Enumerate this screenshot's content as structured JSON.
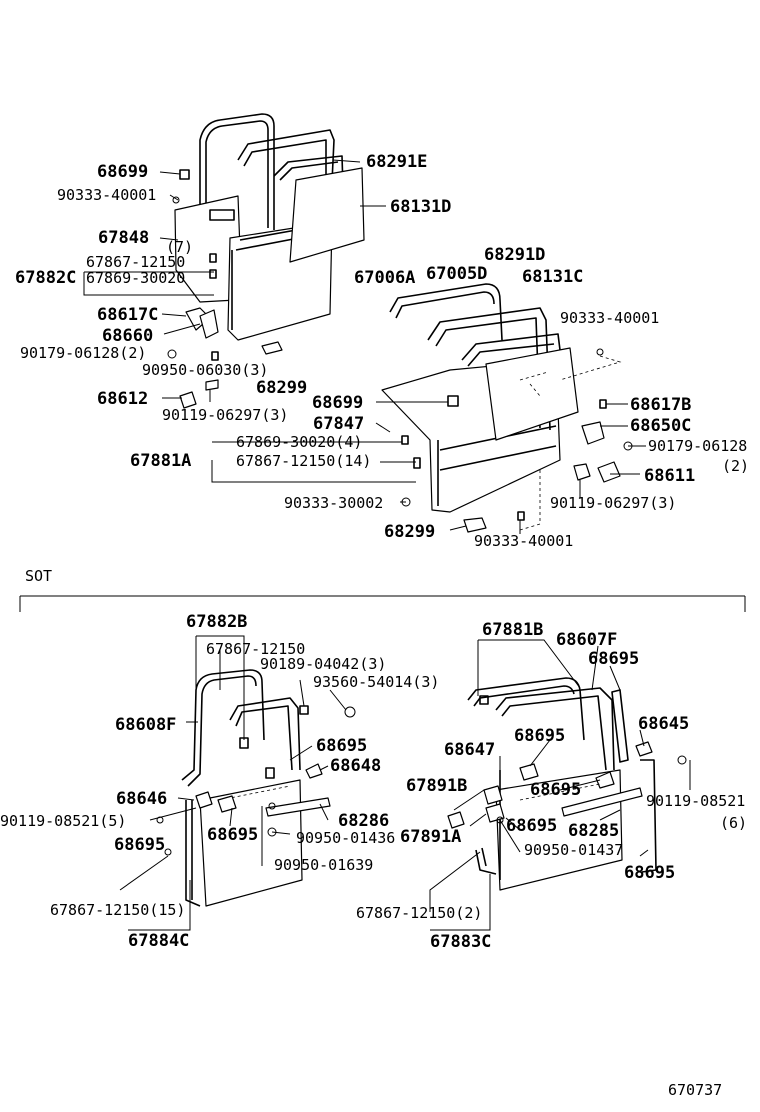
{
  "diagram": {
    "section_label": "SOT",
    "figure_number": "670737",
    "upper_labels": [
      "68699",
      "90333-40001",
      "68291E",
      "68131D",
      "67848",
      "(7)",
      "67867-12150",
      "67882C",
      "67869-30020",
      "67006A",
      "67005D",
      "68291D",
      "68131C",
      "68617C",
      "68660",
      "90179-06128(2)",
      "90950-06030(3)",
      "90333-40001",
      "68299",
      "68612",
      "90119-06297(3)",
      "68699",
      "68617B",
      "67847",
      "68650C",
      "67869-30020(4)",
      "90179-06128",
      "67881A",
      "67867-12150(14)",
      "(2)",
      "68611",
      "90333-30002",
      "90119-06297(3)",
      "68299",
      "90333-40001"
    ],
    "lower_labels": [
      "67882B",
      "67881B",
      "68607F",
      "67867-12150",
      "68695",
      "90189-04042(3)",
      "93560-54014(3)",
      "68608F",
      "68645",
      "68695",
      "68647",
      "68695",
      "68648",
      "67891B",
      "68695",
      "68646",
      "90119-08521",
      "90119-08521(5)",
      "68286",
      "68695",
      "68695",
      "(6)",
      "67891A",
      "68285",
      "68695",
      "90950-01436",
      "90950-01437",
      "68695",
      "90950-01639",
      "67867-12150(15)",
      "67867-12150(2)",
      "67884C",
      "67883C"
    ]
  }
}
